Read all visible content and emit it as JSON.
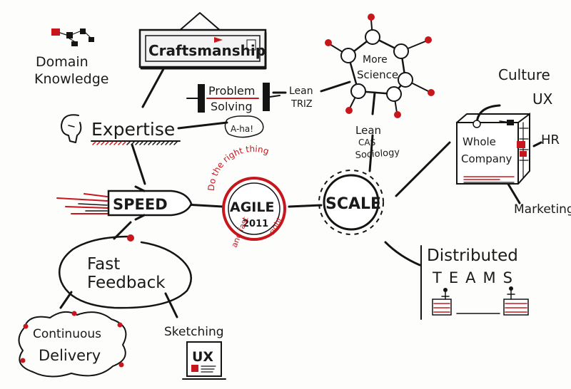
{
  "colors": {
    "ink": "#141414",
    "accent": "#c8161d",
    "paper": "#fdfdfc"
  },
  "icons": [
    "network-icon",
    "head-icon",
    "molecule-icon",
    "building-icon",
    "rocket-icon",
    "laptop-icon"
  ],
  "nodes": {
    "domain_line1": "Domain",
    "domain_line2": "Knowledge",
    "craftsmanship": "Craftsmanship",
    "problem": "Problem",
    "solving": "Solving",
    "aha": "A-ha!",
    "lean_triz_1": "Lean",
    "lean_triz_2": "TRIZ",
    "more": "More",
    "science": "Science",
    "expertise": "Expertise",
    "lean_cas_1": "Lean",
    "lean_cas_2": "CAS",
    "lean_cas_3": "Sociology",
    "culture": "Culture",
    "ux_top": "UX",
    "hr": "HR",
    "whole": "Whole",
    "company": "Company",
    "marketing": "Marketing",
    "speed": "SPEED",
    "agile": "AGILE",
    "year": "2011",
    "ring_1": "Do the right thing",
    "ring_2": "right",
    "ring_3": "and fast",
    "scale": "SCALE",
    "fast": "Fast",
    "feedback": "Feedback",
    "continuous": "Continuous",
    "delivery": "Delivery",
    "sketching": "Sketching",
    "ux_bottom": "UX",
    "distributed": "Distributed",
    "teams": "TEAMS"
  }
}
